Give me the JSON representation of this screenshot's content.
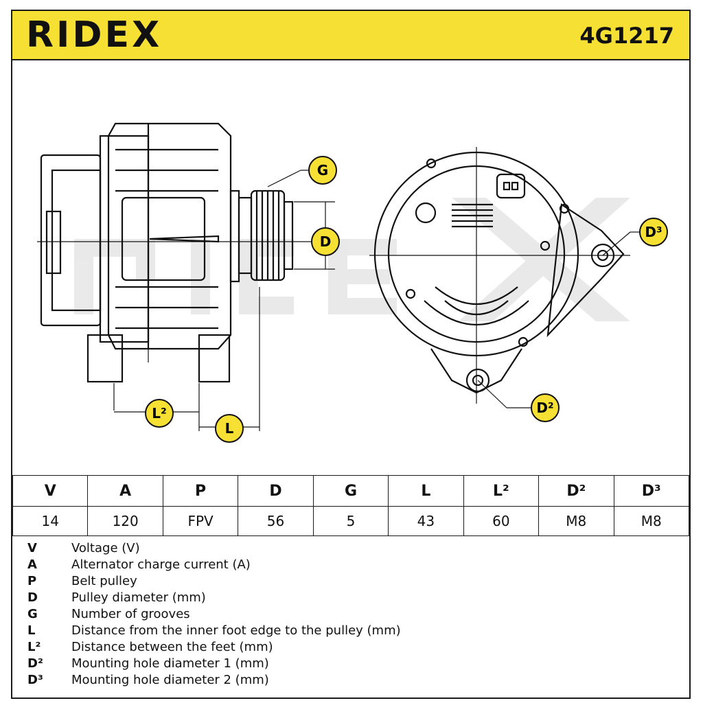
{
  "header": {
    "brand": "RIDEX",
    "part_number": "4G1217",
    "background_color": "#f7e034"
  },
  "drawing": {
    "callouts": {
      "G": "G",
      "D": "D",
      "D3": "D³",
      "D2": "D²",
      "L2": "L²",
      "L": "L"
    },
    "callout_color": "#f7e034"
  },
  "specs": {
    "headers": [
      "V",
      "A",
      "P",
      "D",
      "G",
      "L",
      "L²",
      "D²",
      "D³"
    ],
    "values": [
      "14",
      "120",
      "FPV",
      "56",
      "5",
      "43",
      "60",
      "M8",
      "M8"
    ]
  },
  "legend": [
    {
      "key": "V",
      "desc": "Voltage (V)"
    },
    {
      "key": "A",
      "desc": "Alternator charge current (A)"
    },
    {
      "key": "P",
      "desc": "Belt pulley"
    },
    {
      "key": "D",
      "desc": "Pulley diameter (mm)"
    },
    {
      "key": "G",
      "desc": "Number of grooves"
    },
    {
      "key": "L",
      "desc": "Distance from the inner foot edge to the pulley (mm)"
    },
    {
      "key": "L²",
      "desc": "Distance between the feet (mm)"
    },
    {
      "key": "D²",
      "desc": "Mounting hole diameter 1 (mm)"
    },
    {
      "key": "D³",
      "desc": "Mounting hole diameter 2 (mm)"
    }
  ]
}
